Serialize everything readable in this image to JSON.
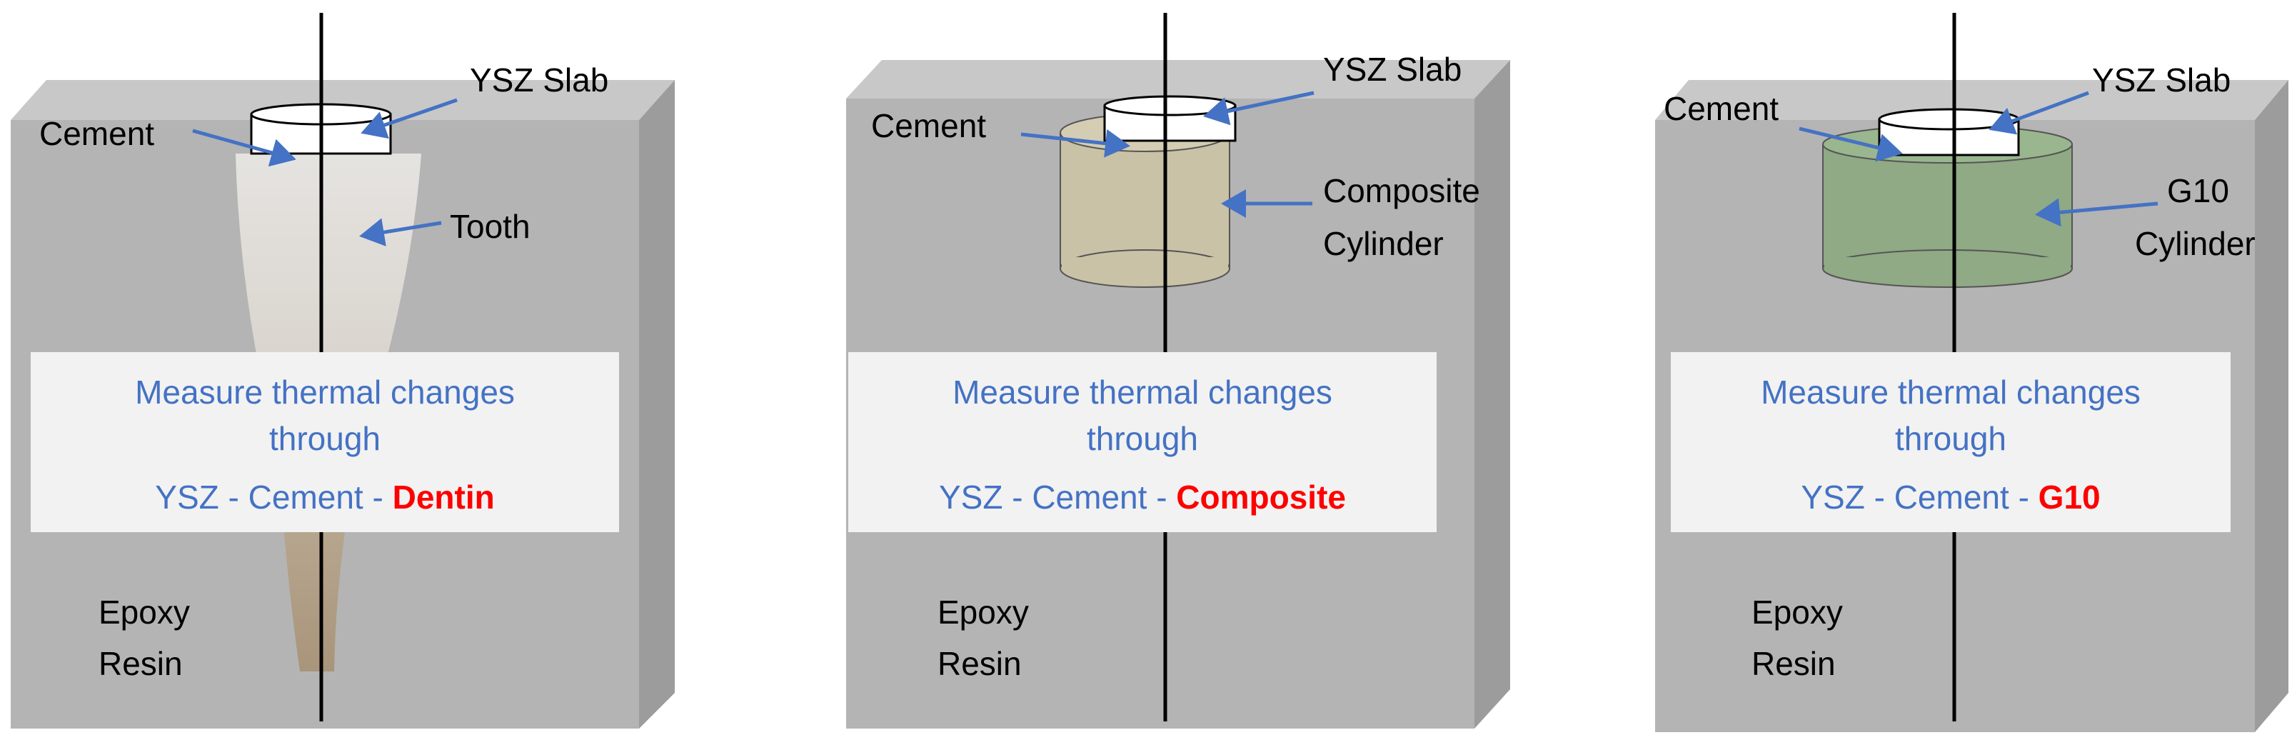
{
  "panels": [
    {
      "id": "dentin",
      "labels": {
        "slab": "YSZ Slab",
        "cement": "Cement",
        "sample": "Tooth",
        "medium": [
          "Epoxy",
          "Resin"
        ]
      },
      "caption": {
        "line1": "Measure thermal changes",
        "line2": "through",
        "line3_prefix": "YSZ - Cement - ",
        "line3_highlight": "Dentin"
      }
    },
    {
      "id": "composite",
      "labels": {
        "slab": "YSZ Slab",
        "cement": "Cement",
        "sample": [
          "Composite",
          "Cylinder"
        ],
        "medium": [
          "Epoxy",
          "Resin"
        ]
      },
      "caption": {
        "line1": "Measure thermal changes",
        "line2": "through",
        "line3_prefix": "YSZ - Cement - ",
        "line3_highlight": "Composite"
      }
    },
    {
      "id": "g10",
      "labels": {
        "slab": "YSZ Slab",
        "cement": "Cement",
        "sample": [
          "G10",
          "Cylinder"
        ],
        "medium": [
          "Epoxy",
          "Resin"
        ]
      },
      "caption": {
        "line1": "Measure thermal changes",
        "line2": "through",
        "line3_prefix": "YSZ - Cement - ",
        "line3_highlight": "G10"
      }
    }
  ],
  "colors": {
    "block_front": "#b4b4b4",
    "block_top": "#c8c8c8",
    "block_side": "#9c9c9c",
    "caption_text": "#4472C4",
    "highlight_text": "#FF0000",
    "arrow": "#4472C4",
    "composite_fill": "#c9c2a6",
    "g10_fill": "#8faa84"
  }
}
